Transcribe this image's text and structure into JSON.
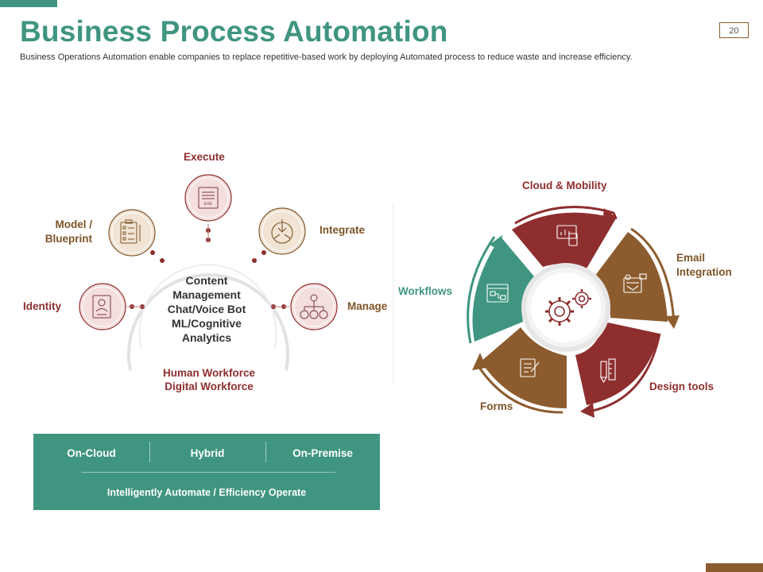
{
  "header": {
    "title": "Business Process Automation",
    "subtitle": "Business Operations Automation enable companies to replace repetitive-based work by deploying Automated process to reduce waste and increase efficiency.",
    "page_number": "20"
  },
  "left_diagram": {
    "hub_lines": [
      "Content",
      "Management",
      "Chat/Voice Bot",
      "ML/Cognitive",
      "Analytics"
    ],
    "bottom_lines": [
      "Human Workforce",
      "Digital Workforce"
    ],
    "nodes": {
      "execute": "Execute",
      "model_line1": "Model /",
      "model_line2": "Blueprint",
      "integrate": "Integrate",
      "identity": "Identity",
      "manage": "Manage"
    },
    "execute_icon_text": "EXE",
    "colors": {
      "red": "#8e2e2e",
      "brown": "#7e5427",
      "pink_fill": "#f4dede",
      "beige_fill": "#f1e4d4"
    }
  },
  "options_box": {
    "options": [
      "On-Cloud",
      "Hybrid",
      "On-Premise"
    ],
    "footer": "Intelligently Automate / Efficiency Operate",
    "color": "#3f9580"
  },
  "right_cycle": {
    "segments": {
      "cloud": "Cloud & Mobility",
      "email_line1": "Email",
      "email_line2": "Integration",
      "design": "Design tools",
      "forms": "Forms",
      "workflows": "Workflows"
    },
    "colors": {
      "red": "#8e2e2e",
      "brown": "#8c5c2e",
      "green": "#3f9580"
    },
    "icons": [
      "chart-device-icon",
      "email-media-icon",
      "pencil-ruler-icon",
      "form-edit-icon",
      "workflow-window-icon",
      "gears-icon"
    ]
  }
}
